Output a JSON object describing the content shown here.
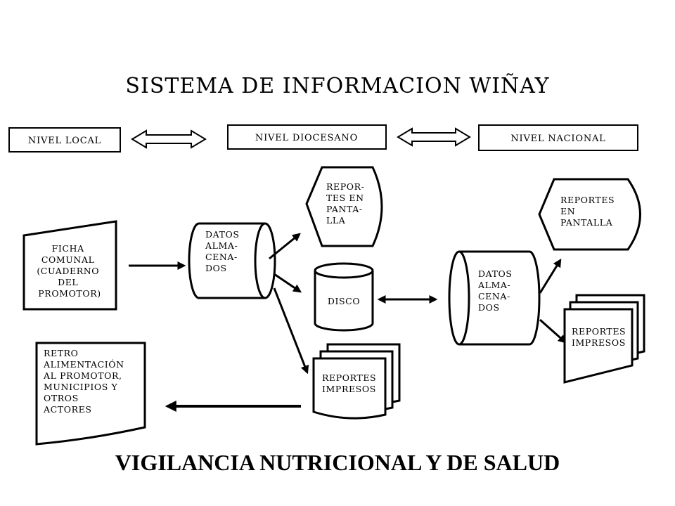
{
  "title": "SISTEMA DE INFORMACION WIÑAY",
  "subtitle": "VIGILANCIA NUTRICIONAL Y DE SALUD",
  "levels": {
    "local": "NIVEL LOCAL",
    "diocesano": "NIVEL DIOCESANO",
    "nacional": "NIVEL NACIONAL"
  },
  "ficha": [
    "FICHA",
    "COMUNAL",
    "(CUADERNO",
    "DEL",
    "PROMOTOR)"
  ],
  "datos_local": [
    "DATOS",
    "ALMA-",
    "CENA-",
    "DOS"
  ],
  "reportes_pantalla_1": [
    "REPOR-",
    "TES EN",
    "PANTA-",
    "LLA"
  ],
  "disco": "DISCO",
  "reportes_impresos_1": [
    "REPORTES",
    "IMPRESOS"
  ],
  "retro": [
    "RETRO",
    "ALIMENTACIÓN",
    "AL  PROMOTOR,",
    "MUNICIPIOS Y",
    "OTROS",
    "ACTORES"
  ],
  "datos_nacional": [
    "DATOS",
    "ALMA-",
    "CENA-",
    "DOS"
  ],
  "reportes_pantalla_2": [
    "REPORTES",
    "EN",
    "PANTALLA"
  ],
  "reportes_impresos_2": [
    "REPORTES",
    "IMPRESOS"
  ]
}
